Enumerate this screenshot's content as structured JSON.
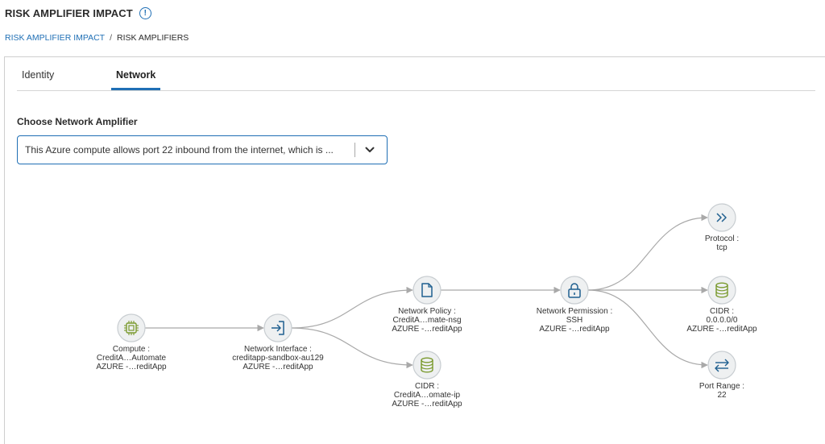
{
  "header": {
    "title": "RISK AMPLIFIER IMPACT",
    "info_icon": "!"
  },
  "breadcrumb": {
    "link": "RISK AMPLIFIER IMPACT",
    "separator": "/",
    "current": "RISK AMPLIFIERS"
  },
  "tabs": [
    {
      "label": "Identity",
      "active": false
    },
    {
      "label": "Network",
      "active": true
    }
  ],
  "amplifier": {
    "label": "Choose Network Amplifier",
    "selected": "This Azure compute allows port 22 inbound from the internet, which is ..."
  },
  "colors": {
    "accent": "#1f6fb5",
    "node_fill": "#eef0f1",
    "node_border": "#c8cdd1",
    "compute_icon": "#7a9a2e",
    "network_icon": "#1f5f8f",
    "edge": "#a9a9a9"
  },
  "graph": {
    "nodes": [
      {
        "id": "compute",
        "icon": "chip-icon",
        "lines": [
          "Compute :",
          "CreditA…Automate",
          "AZURE -…reditApp"
        ]
      },
      {
        "id": "nic",
        "icon": "sign-in-icon",
        "lines": [
          "Network Interface :",
          "creditapp-sandbox-au129",
          "AZURE -…reditApp"
        ]
      },
      {
        "id": "policy",
        "icon": "document-icon",
        "lines": [
          "Network Policy :",
          "CreditA…mate-nsg",
          "AZURE -…reditApp"
        ]
      },
      {
        "id": "cidr_ip",
        "icon": "database-icon",
        "lines": [
          "CIDR :",
          "CreditA…omate-ip",
          "AZURE -…reditApp"
        ]
      },
      {
        "id": "permission",
        "icon": "lock-icon",
        "lines": [
          "Network Permission :",
          "SSH",
          "AZURE -…reditApp"
        ]
      },
      {
        "id": "protocol",
        "icon": "chevrons-right-icon",
        "lines": [
          "Protocol :",
          "tcp"
        ]
      },
      {
        "id": "cidr_any",
        "icon": "database-icon",
        "lines": [
          "CIDR :",
          "0.0.0.0/0",
          "AZURE -…reditApp"
        ]
      },
      {
        "id": "port",
        "icon": "swap-arrows-icon",
        "lines": [
          "Port Range :",
          "22"
        ]
      }
    ],
    "edges": [
      [
        "compute",
        "nic"
      ],
      [
        "nic",
        "policy"
      ],
      [
        "nic",
        "cidr_ip"
      ],
      [
        "policy",
        "permission"
      ],
      [
        "permission",
        "protocol"
      ],
      [
        "permission",
        "cidr_any"
      ],
      [
        "permission",
        "port"
      ]
    ]
  }
}
